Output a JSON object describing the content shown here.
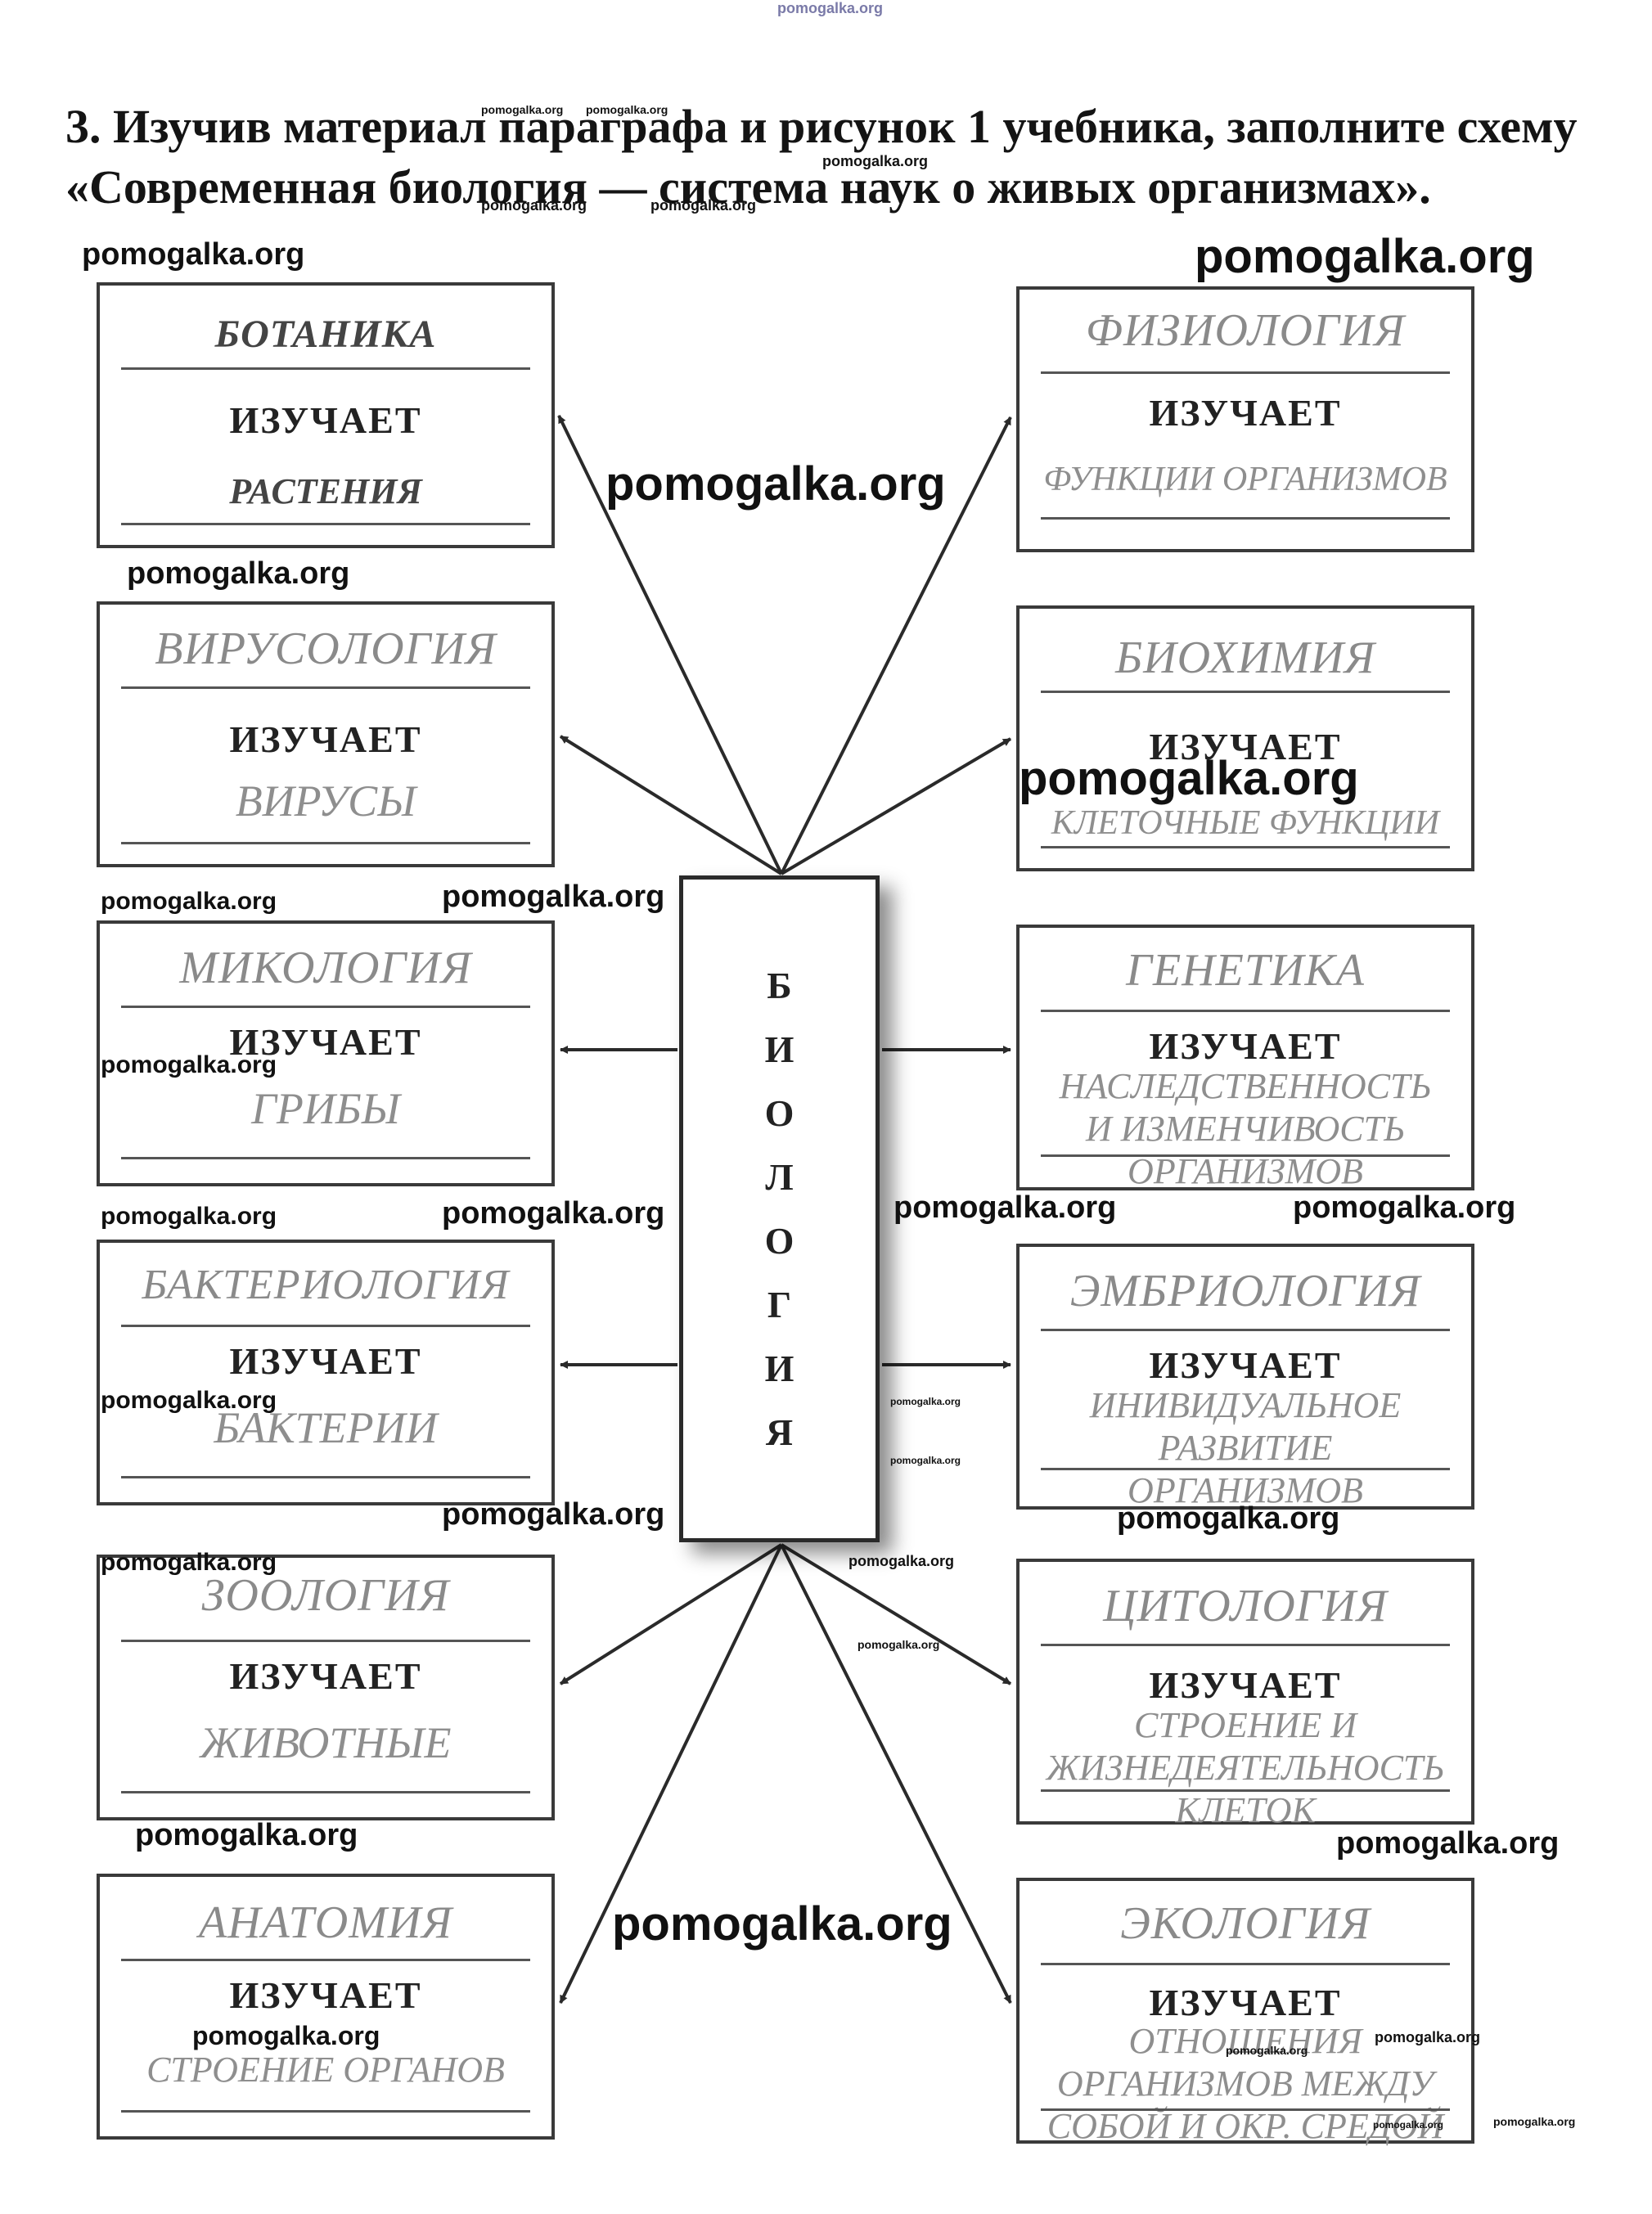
{
  "heading": {
    "line1": "3. Изучив материал параграфа и рисунок 1 учебника, заполните схему",
    "line2": "«Современная биология — система наук о живых организмах»."
  },
  "center": {
    "letters": [
      "Б",
      "И",
      "О",
      "Л",
      "О",
      "Г",
      "И",
      "Я"
    ]
  },
  "verb": "ИЗУЧАЕТ",
  "boxes": [
    {
      "name": "БОТАНИКА",
      "object": [
        "РАСТЕНИЯ"
      ]
    },
    {
      "name": "ФИЗИОЛОГИЯ",
      "object": [
        "ФУНКЦИИ ОРГАНИЗМОВ"
      ]
    },
    {
      "name": "ВИРУСОЛОГИЯ",
      "object": [
        "ВИРУСЫ"
      ]
    },
    {
      "name": "БИОХИМИЯ",
      "object": [
        "КЛЕТОЧНЫЕ ФУНКЦИИ"
      ]
    },
    {
      "name": "МИКОЛОГИЯ",
      "object": [
        "ГРИБЫ"
      ]
    },
    {
      "name": "ГЕНЕТИКА",
      "object": [
        "НАСЛЕДСТВЕННОСТЬ",
        "И ИЗМЕНЧИВОСТЬ",
        "ОРГАНИЗМОВ"
      ]
    },
    {
      "name": "БАКТЕРИОЛОГИЯ",
      "object": [
        "БАКТЕРИИ"
      ]
    },
    {
      "name": "ЭМБРИОЛОГИЯ",
      "object": [
        "ИНИВИДУАЛЬНОЕ",
        "РАЗВИТИЕ",
        "ОРГАНИЗМОВ"
      ]
    },
    {
      "name": "ЗООЛОГИЯ",
      "object": [
        "ЖИВОТНЫЕ"
      ]
    },
    {
      "name": "ЦИТОЛОГИЯ",
      "object": [
        "СТРОЕНИЕ И",
        "ЖИЗНЕДЕЯТЕЛЬНОСТЬ",
        "КЛЕТОК"
      ]
    },
    {
      "name": "АНАТОМИЯ",
      "object": [
        "СТРОЕНИЕ ОРГАНОВ"
      ]
    },
    {
      "name": "ЭКОЛОГИЯ",
      "object": [
        "ОТНОШЕНИЯ",
        "ОРГАНИЗМОВ МЕЖДУ",
        "СОБОЙ И ОКР. СРЕДОЙ"
      ]
    }
  ],
  "watermark": "pomogalka.org"
}
